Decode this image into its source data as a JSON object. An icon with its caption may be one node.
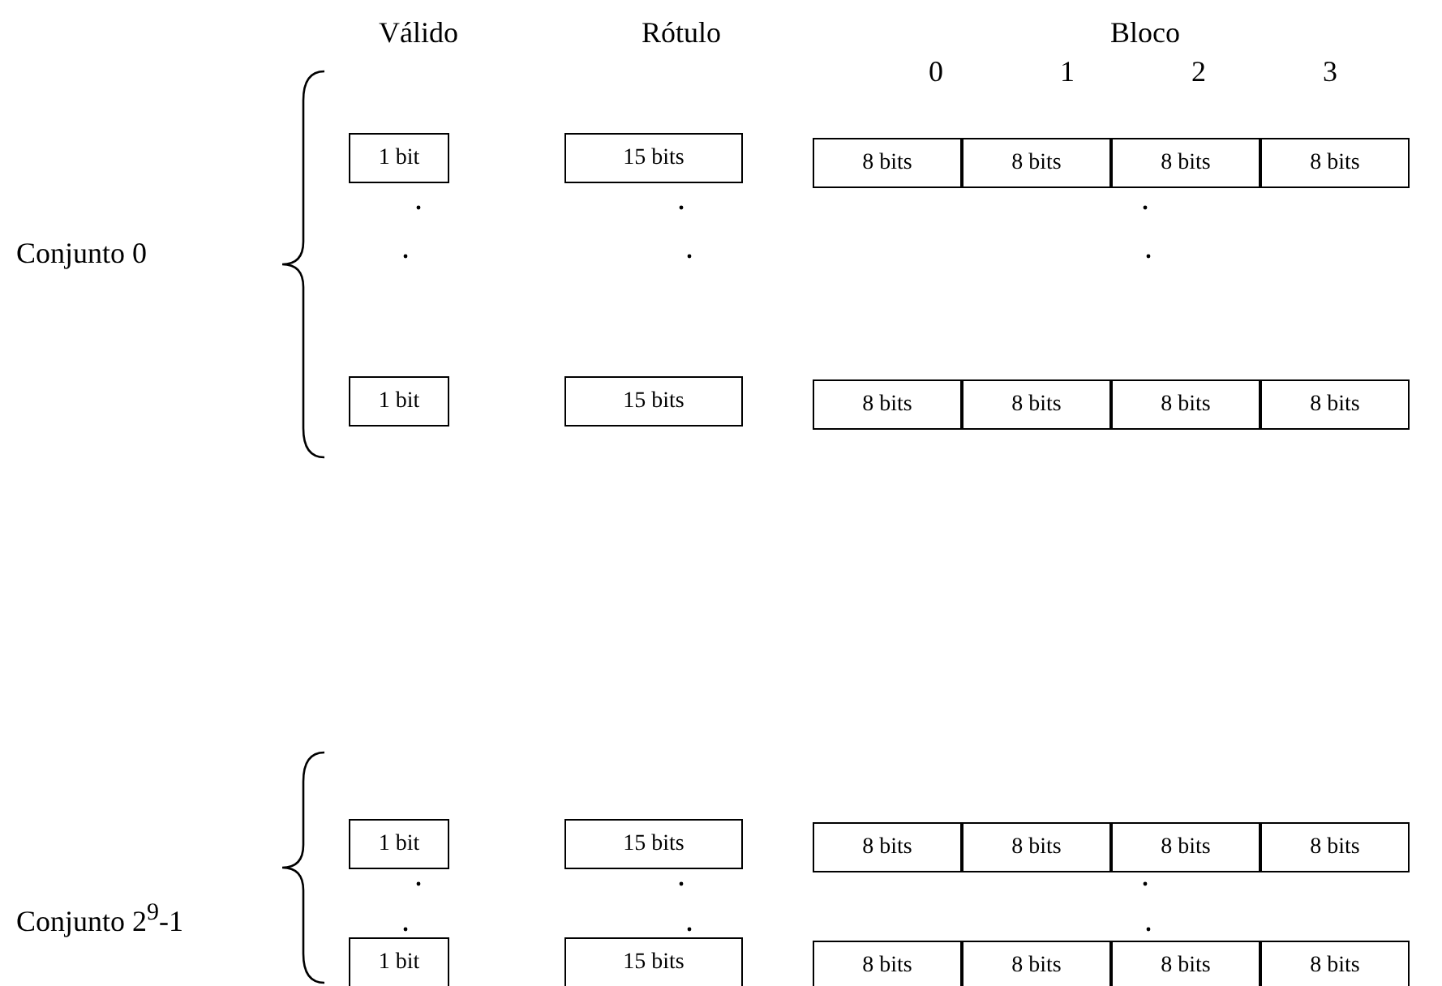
{
  "diagram": {
    "nodes": [
      {
        "text": [
          "1 bit"
        ]
      },
      {
        "text": [
          "15 bits"
        ]
      },
      {
        "text": [
          "8 bits"
        ]
      },
      {
        "text": [
          "8 bits"
        ]
      },
      {
        "text": [
          "8 bits"
        ]
      },
      {
        "text": [
          "8 bits"
        ]
      },
      {
        "text": [
          "1 bit"
        ]
      },
      {
        "text": [
          "15 bits"
        ]
      },
      {
        "text": [
          "8 bits"
        ]
      },
      {
        "text": [
          "8 bits"
        ]
      },
      {
        "text": [
          "8 bits"
        ]
      },
      {
        "text": [
          "8 bits"
        ]
      },
      {
        "text": [
          "1 bit"
        ]
      },
      {
        "text": [
          "15 bits"
        ]
      },
      {
        "text": [
          "8 bits"
        ]
      },
      {
        "text": [
          "8 bits"
        ]
      },
      {
        "text": [
          "8 bits"
        ]
      },
      {
        "text": [
          "8 bits"
        ]
      },
      {
        "text": [
          "1 bit"
        ]
      },
      {
        "text": [
          "15 bits"
        ]
      },
      {
        "text": [
          "8 bits"
        ]
      },
      {
        "text": [
          "8 bits"
        ]
      },
      {
        "text": [
          "8 bits"
        ]
      },
      {
        "text": [
          "8 bits"
        ]
      }
    ],
    "edges": [],
    "labels": [
      "Válido",
      "Rótulo",
      "Bloco",
      "0",
      "1",
      "2",
      "3",
      "Conjunto 0",
      "Conjunto 2$^{9}$-1"
    ]
  }
}
